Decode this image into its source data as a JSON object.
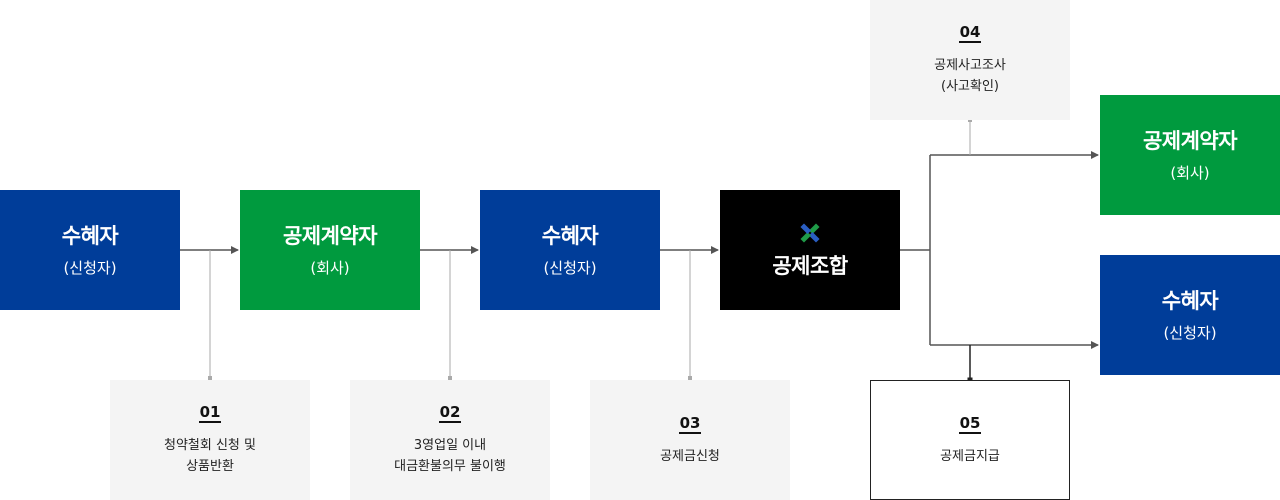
{
  "flow": {
    "box1": {
      "title": "수혜자",
      "subtitle": "(신청자)"
    },
    "box2": {
      "title": "공제계약자",
      "subtitle": "(회사)"
    },
    "box3": {
      "title": "수혜자",
      "subtitle": "(신청자)"
    },
    "box4": {
      "title": "공제조합"
    },
    "box5": {
      "title": "공제계약자",
      "subtitle": "(회사)"
    },
    "box6": {
      "title": "수혜자",
      "subtitle": "(신청자)"
    }
  },
  "steps": {
    "s01": {
      "number": "01",
      "lines": [
        "청약철회 신청 및",
        "상품반환"
      ]
    },
    "s02": {
      "number": "02",
      "lines": [
        "3영업일 이내",
        "대금환불의무 불이행"
      ]
    },
    "s03": {
      "number": "03",
      "lines": [
        "공제금신청"
      ]
    },
    "s04": {
      "number": "04",
      "lines": [
        "공제사고조사",
        "(사고확인)"
      ]
    },
    "s05": {
      "number": "05",
      "lines": [
        "공제금지급"
      ]
    }
  },
  "colors": {
    "blue": "#003d99",
    "green": "#009a3e",
    "black": "#000000",
    "step_bg": "#f4f4f4",
    "line": "#555555",
    "connector": "#aaaaaa"
  }
}
